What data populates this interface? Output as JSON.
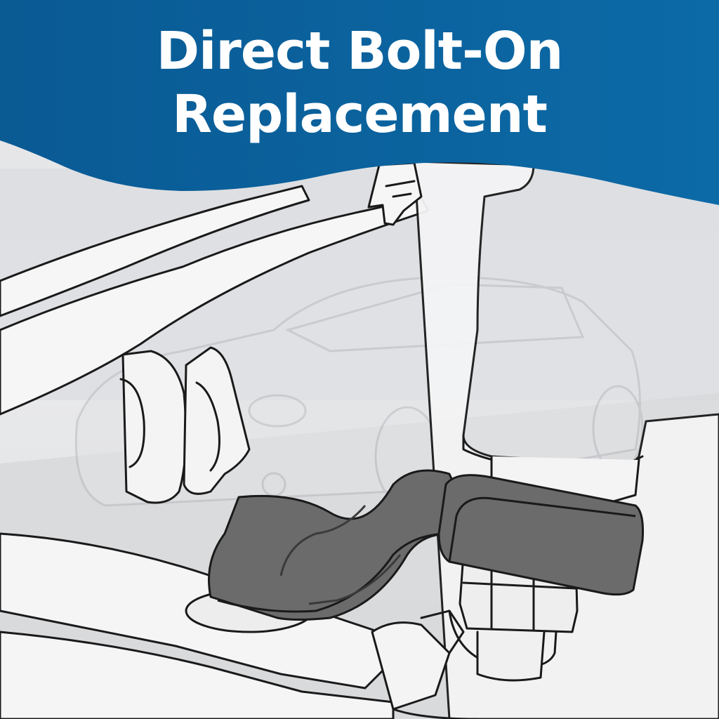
{
  "banner": {
    "line1": "Direct Bolt-On",
    "line2": "Replacement",
    "background_color": "#0b5c96",
    "text_color": "#ffffff"
  },
  "illustration": {
    "background_scene": "blurred-sedan-on-road-photo",
    "line_art": "suspension-control-arm-with-sway-bar-bracket",
    "line_color": "#1a1a1a",
    "fill_color": "#ffffff",
    "highlight_part_color": "#6b6b6b"
  }
}
